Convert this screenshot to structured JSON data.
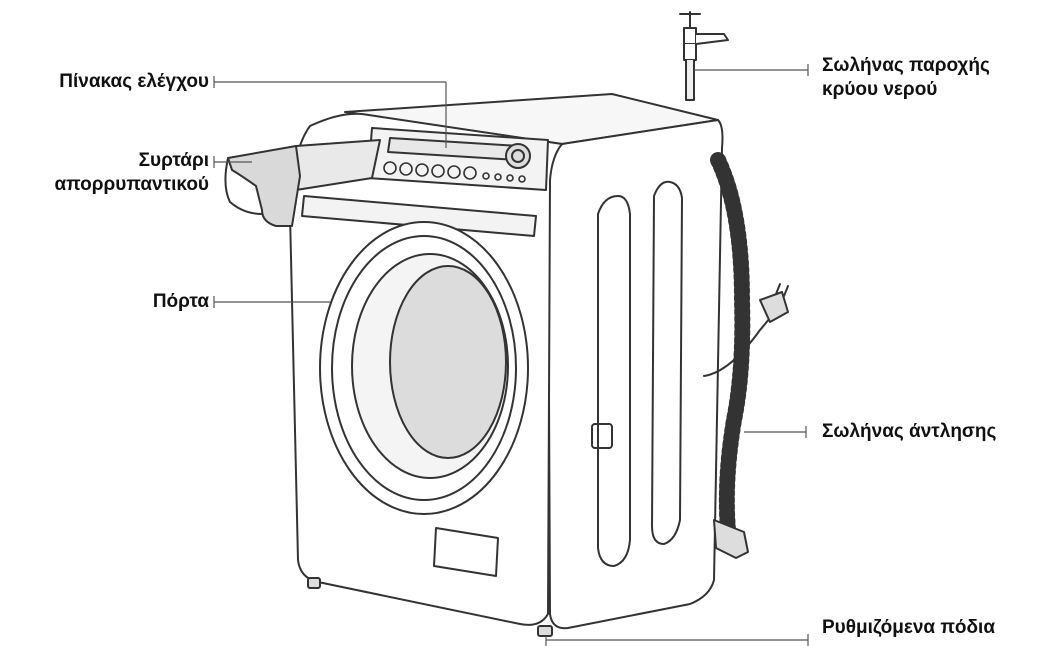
{
  "labels": {
    "control_panel": "Πίνακας ελέγχου",
    "detergent_drawer_line1": "Συρτάρι",
    "detergent_drawer_line2": "απορρυπαντικού",
    "door": "Πόρτα",
    "cold_water_hose_line1": "Σωλήνας παροχής",
    "cold_water_hose_line2": "κρύου νερού",
    "drain_hose": "Σωλήνας άντλησης",
    "adjustable_feet": "Ρυθμιζόμενα πόδια"
  },
  "colors": {
    "line": "#333333",
    "text": "#111111",
    "shade": "#e6e6e6"
  }
}
